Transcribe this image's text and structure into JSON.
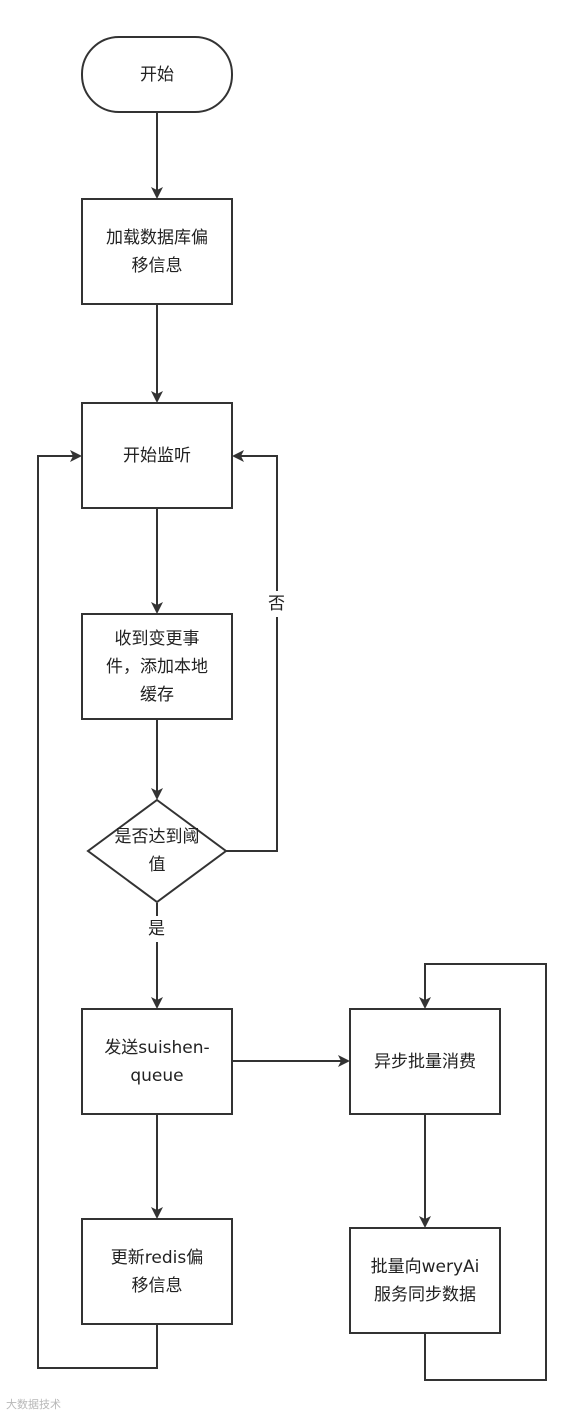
{
  "diagram": {
    "nodes": {
      "start": "开始",
      "load_offset": "加载数据库偏\n移信息",
      "start_listen": "开始监听",
      "receive_event": "收到变更事\n件，添加本地\n缓存",
      "threshold": "是否达到阈\n值",
      "send_queue": "发送suishen-\nqueue",
      "update_redis": "更新redis偏\n移信息",
      "async_consume": "异步批量消费",
      "sync_weryai": "批量向weryAi\n服务同步数据"
    },
    "edge_labels": {
      "no": "否",
      "yes": "是"
    }
  },
  "watermark": "大数据技术"
}
